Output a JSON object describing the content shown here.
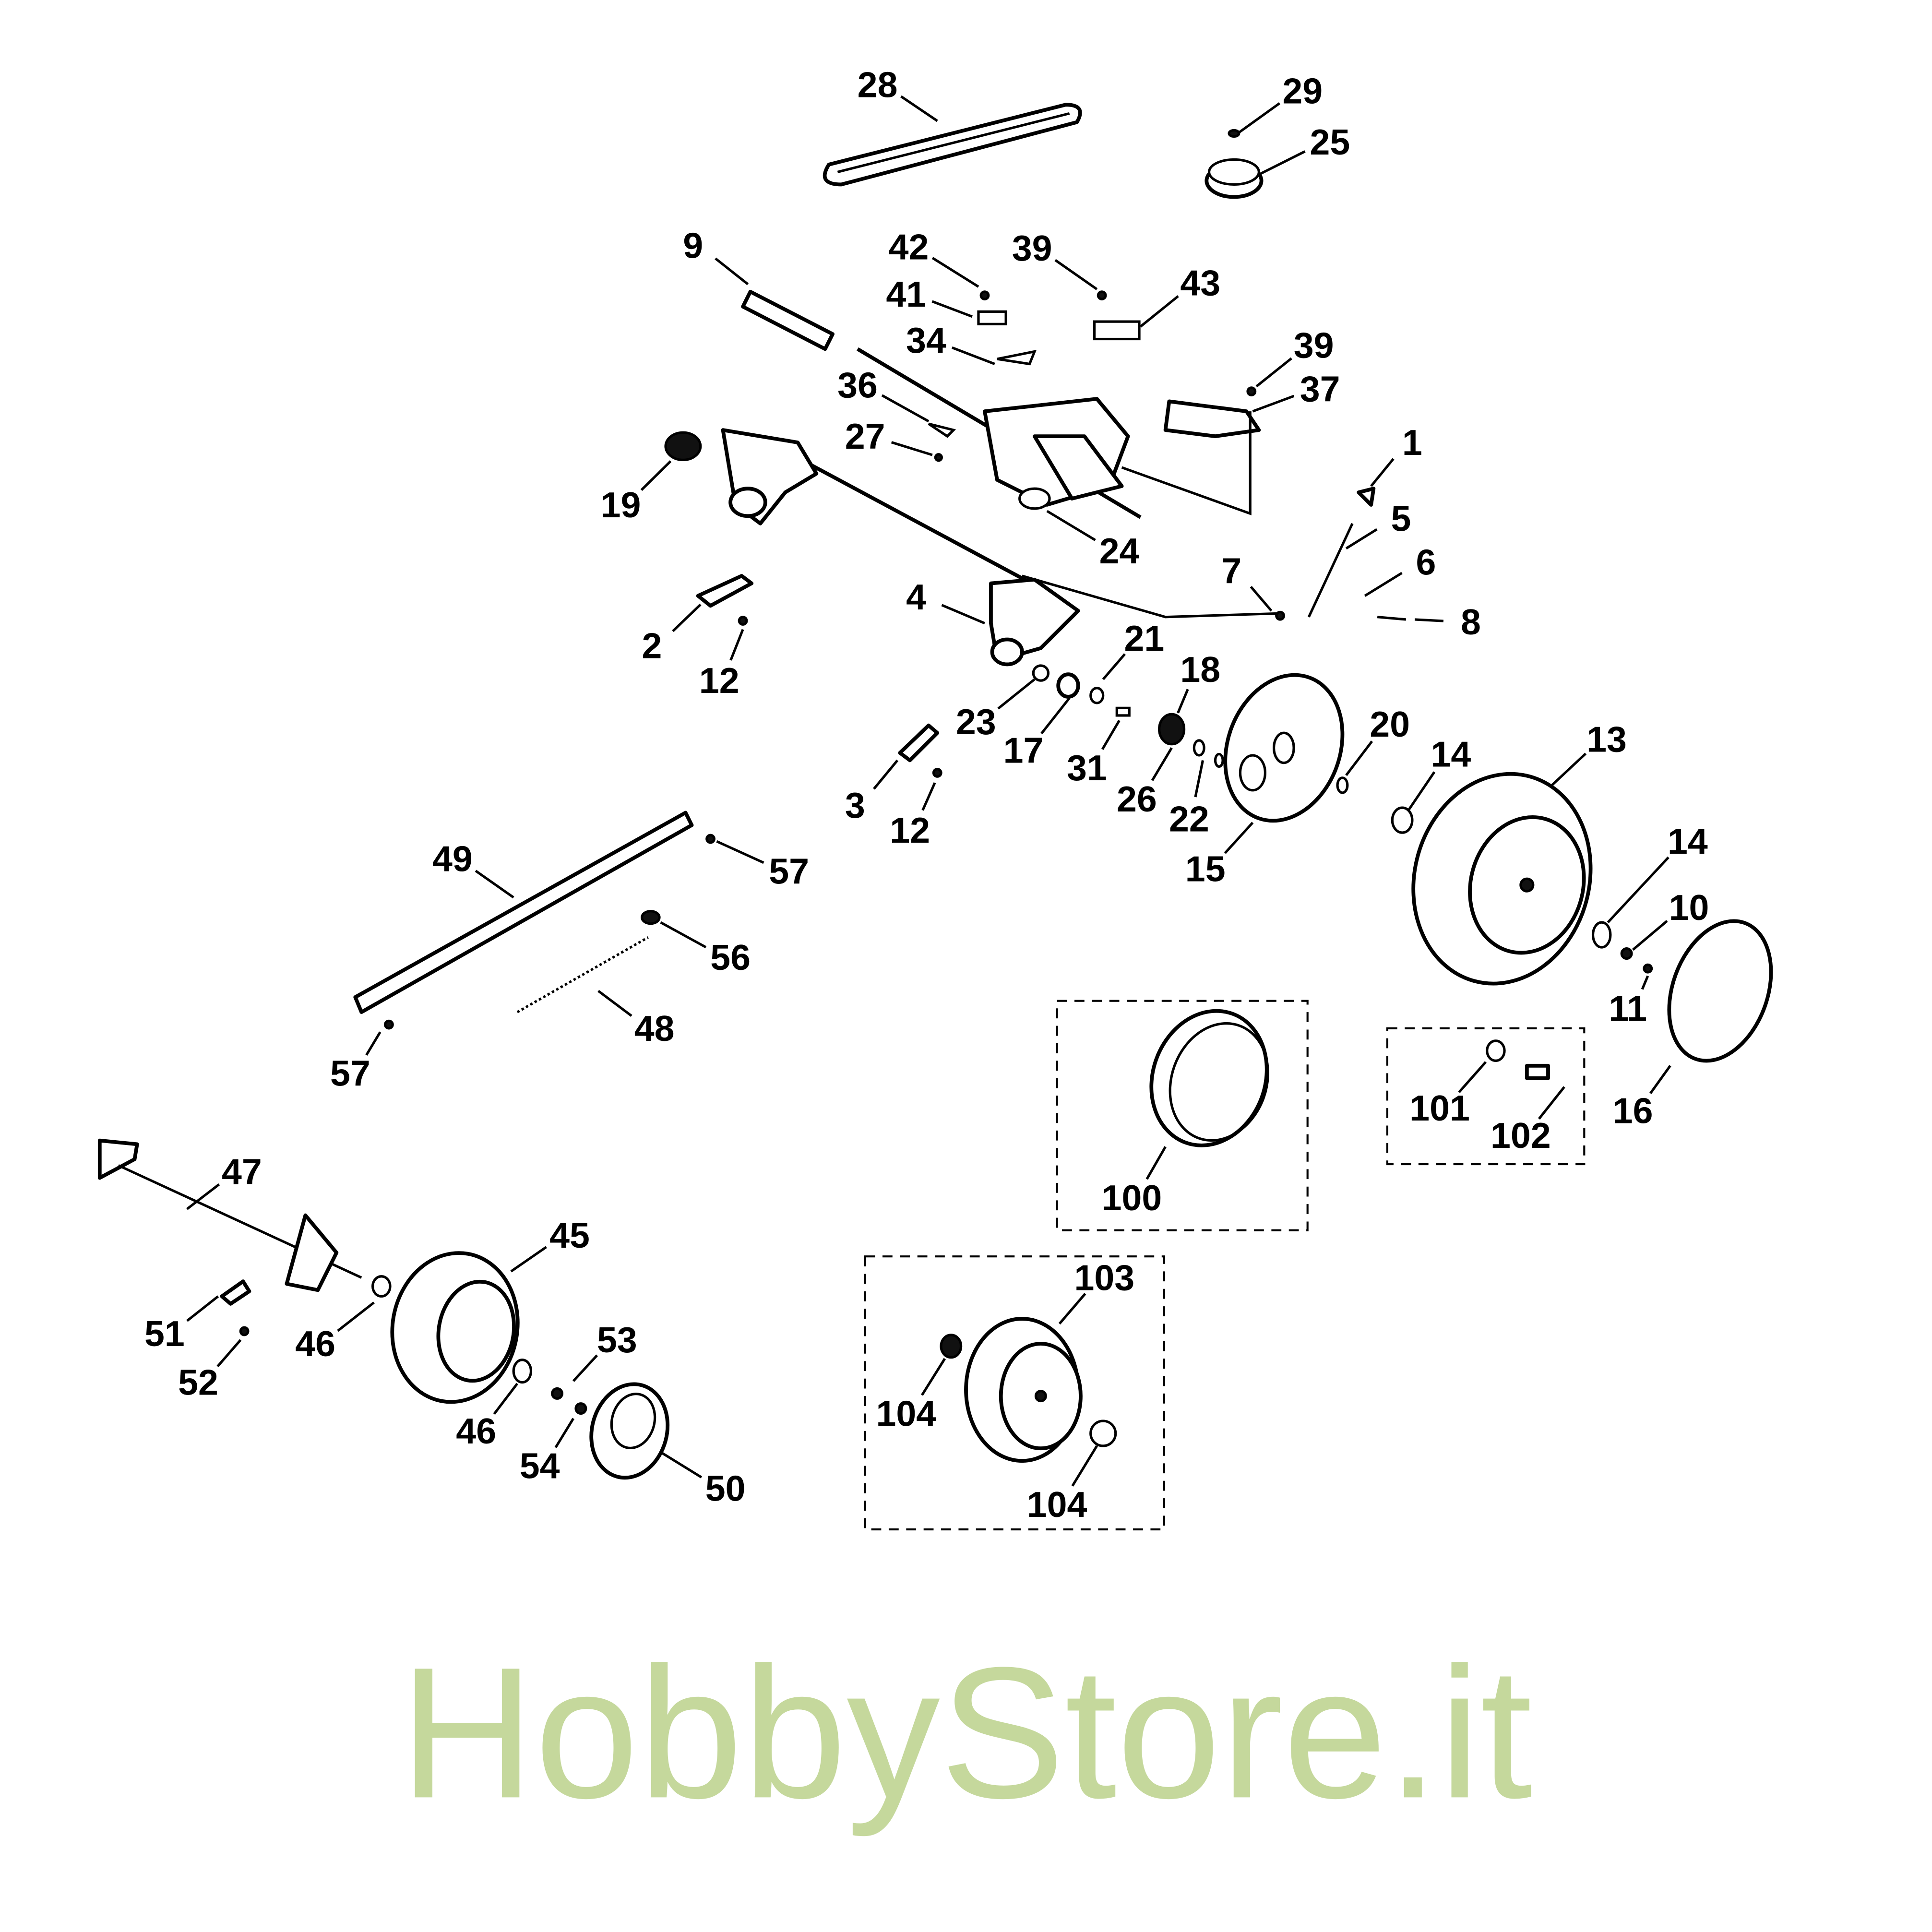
{
  "watermark": "HobbyStore.it",
  "watermark_color": "#c5d89c",
  "part_labels": [
    "28",
    "29",
    "25",
    "9",
    "42",
    "39",
    "43",
    "41",
    "34",
    "39",
    "37",
    "36",
    "27",
    "1",
    "19",
    "24",
    "5",
    "6",
    "7",
    "8",
    "4",
    "21",
    "18",
    "2",
    "12",
    "20",
    "14",
    "13",
    "23",
    "17",
    "31",
    "26",
    "22",
    "3",
    "12",
    "15",
    "49",
    "57",
    "56",
    "48",
    "57",
    "14",
    "10",
    "11",
    "16",
    "101",
    "102",
    "100",
    "47",
    "45",
    "51",
    "46",
    "52",
    "53",
    "46",
    "54",
    "50",
    "103",
    "104",
    "104"
  ],
  "kit_groups": [
    {
      "name": "kit-100",
      "items": [
        "100"
      ]
    },
    {
      "name": "kit-101-102",
      "items": [
        "101",
        "102"
      ]
    },
    {
      "name": "kit-103-104",
      "items": [
        "103",
        "104",
        "104"
      ]
    }
  ]
}
